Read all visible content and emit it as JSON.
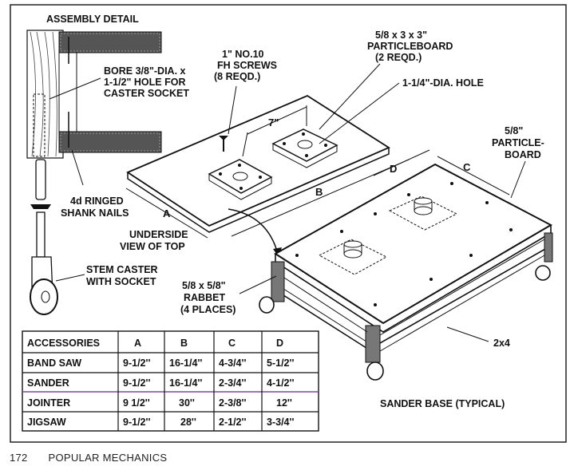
{
  "labels": {
    "assembly_detail": "ASSEMBLY DETAIL",
    "bore_1": "BORE 3/8\"-DIA. x",
    "bore_2": "1-1/2\" HOLE FOR",
    "bore_3": "CASTER SOCKET",
    "nails_1": "4d RINGED",
    "nails_2": "SHANK NAILS",
    "caster_1": "STEM CASTER",
    "caster_2": "WITH SOCKET",
    "screws_1": "1\" NO.10",
    "screws_2": "FH SCREWS",
    "screws_3": "(8 REQD.)",
    "pb_1": "5/8 x 3 x 3\"",
    "pb_2": "PARTICLEBOARD",
    "pb_3": "(2 REQD.)",
    "hole": "1-1/4\"-DIA. HOLE",
    "seven": "7\"",
    "pb58_1": "5/8\"",
    "pb58_2": "PARTICLE-",
    "pb58_3": "BOARD",
    "dim_a": "A",
    "dim_b": "B",
    "dim_c": "C",
    "dim_d": "D",
    "underside_1": "UNDERSIDE",
    "underside_2": "VIEW OF TOP",
    "rabbet_1": "5/8 x 5/8\"",
    "rabbet_2": "RABBET",
    "rabbet_3": "(4 PLACES)",
    "two_by_four": "2x4",
    "sander_base": "SANDER BASE (TYPICAL)"
  },
  "table": {
    "headers": [
      "ACCESSORIES",
      "A",
      "B",
      "C",
      "D"
    ],
    "rows": [
      [
        "BAND SAW",
        "9-1/2''",
        "16-1/4''",
        "4-3/4''",
        "5-1/2''"
      ],
      [
        "SANDER",
        "9-1/2''",
        "16-1/4''",
        "2-3/4''",
        "4-1/2''"
      ],
      [
        "JOINTER",
        "9 1/2''",
        "30''",
        "2-3/8''",
        "12''"
      ],
      [
        "JIGSAW",
        "9-1/2''",
        "28''",
        "2-1/2''",
        "3-3/4''"
      ]
    ]
  },
  "footer": {
    "page_number": "172",
    "publication": "POPULAR MECHANICS"
  }
}
